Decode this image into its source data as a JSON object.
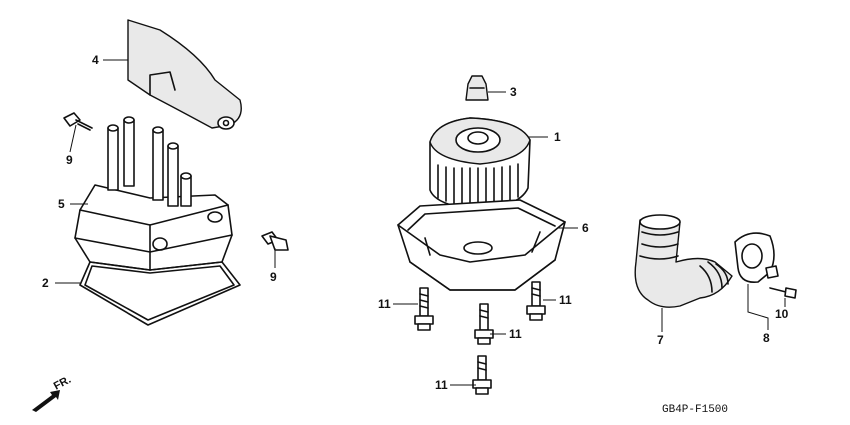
{
  "diagram": {
    "drawing_code": "GB4P-F1500",
    "direction_label": "FR.",
    "callouts": {
      "c1": "1",
      "c2": "2",
      "c3": "3",
      "c4": "4",
      "c5": "5",
      "c6": "6",
      "c7": "7",
      "c8": "8",
      "c9a": "9",
      "c9b": "9",
      "c10": "10",
      "c11a": "11",
      "c11b": "11",
      "c11c": "11",
      "c11d": "11"
    }
  }
}
